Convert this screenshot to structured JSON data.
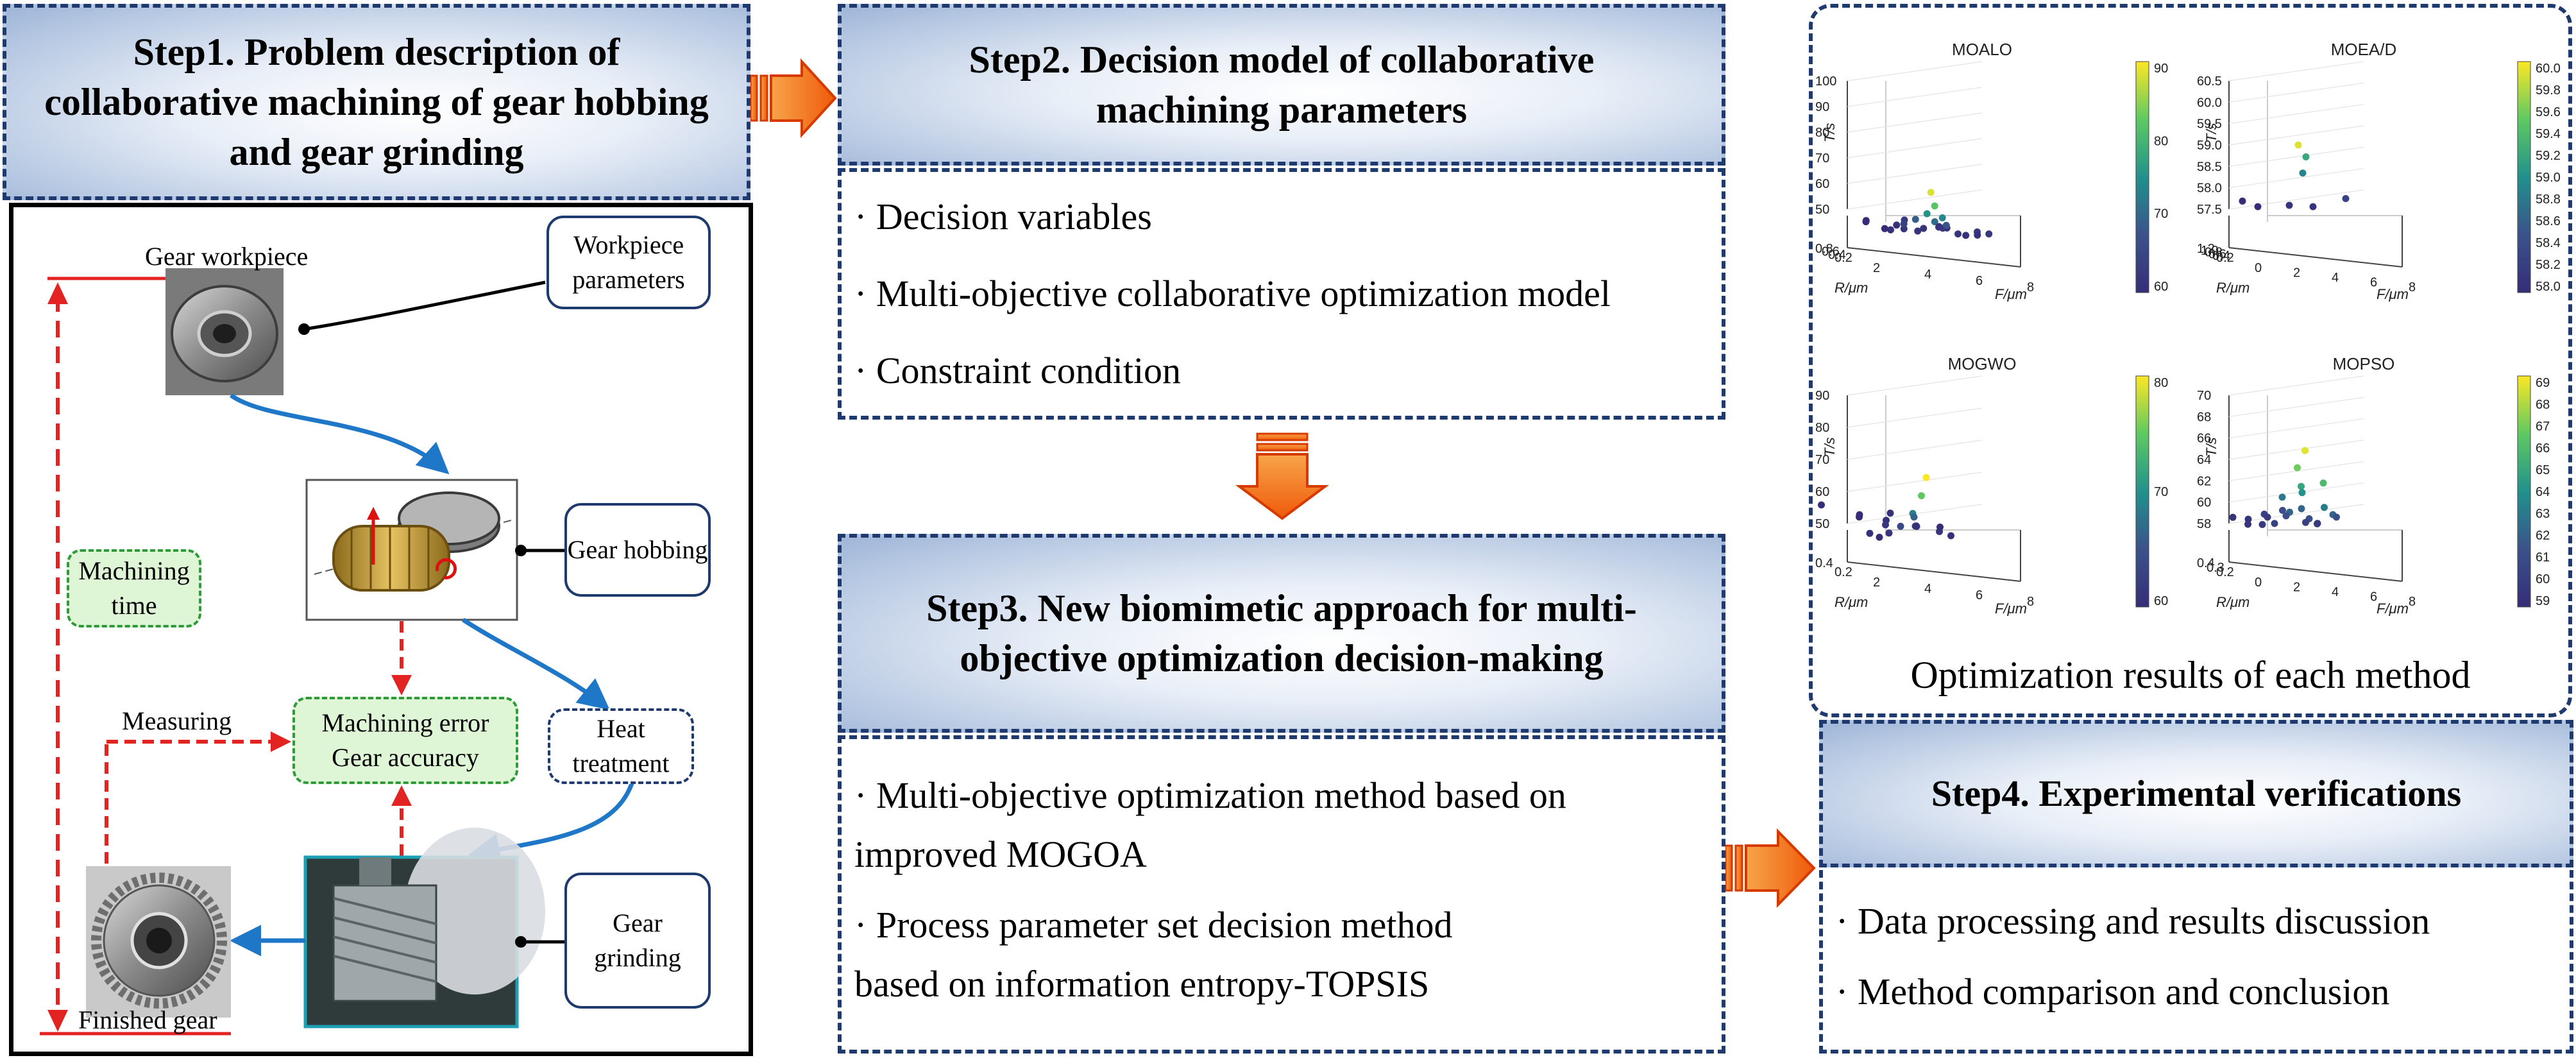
{
  "step1": {
    "title": "Step1. Problem description of collaborative machining of gear hobbing and gear grinding",
    "labels": {
      "gear_workpiece": "Gear workpiece",
      "workpiece_parameters": "Workpiece parameters",
      "gear_hobbing": "Gear hobbing",
      "machining_time": "Machining time",
      "measuring": "Measuring",
      "machining_error": "Machining error",
      "gear_accuracy": "Gear accuracy",
      "heat_treatment": "Heat treatment",
      "gear_grinding": "Gear grinding",
      "finished_gear": "Finished gear"
    }
  },
  "step2": {
    "title": "Step2. Decision model of collaborative machining parameters",
    "items": [
      "· Decision variables",
      "· Multi-objective collaborative optimization model",
      "· Constraint condition"
    ]
  },
  "step3": {
    "title": "Step3. New biomimetic approach for multi-objective optimization decision-making",
    "items": [
      "· Multi-objective optimization method based on",
      "improved MOGOA",
      "· Process parameter set decision method",
      "based on information entropy-TOPSIS"
    ]
  },
  "step4": {
    "title": "Step4. Experimental verifications",
    "items": [
      "· Data processing and results discussion",
      "· Method comparison and conclusion"
    ]
  },
  "results": {
    "caption": "Optimization results of each method",
    "axis": {
      "z": "T/s",
      "x": "F/μm",
      "y": "R/μm"
    }
  },
  "colors": {
    "border": "#1f3a6e",
    "arrow": "#f26b0f",
    "red": "#e32222",
    "blue": "#1f77c8",
    "green_fill": "#dff6d6"
  },
  "chart_data": [
    {
      "type": "scatter",
      "title": "MOALO",
      "z_ticks": [
        "100",
        "90",
        "80",
        "70",
        "60",
        "50"
      ],
      "y_ticks": [
        "0.8",
        "0.6",
        "0.4",
        "0.2"
      ],
      "x_ticks": [
        "2",
        "4",
        "6",
        "8"
      ],
      "colorbar_ticks": [
        "90",
        "80",
        "70",
        "60"
      ],
      "zlim": [
        50,
        100
      ],
      "colorbar_range": [
        55,
        92
      ],
      "points": [
        [
          1.0,
          0.3,
          52,
          55
        ],
        [
          1.5,
          0.35,
          51,
          56
        ],
        [
          2.0,
          0.3,
          53,
          57
        ],
        [
          2.6,
          0.3,
          58,
          66
        ],
        [
          3.0,
          0.25,
          62,
          74
        ],
        [
          3.2,
          0.25,
          72,
          90
        ],
        [
          3.4,
          0.25,
          66,
          82
        ],
        [
          3.6,
          0.3,
          58,
          68
        ],
        [
          4.0,
          0.35,
          55,
          60
        ],
        [
          4.4,
          0.4,
          54,
          58
        ],
        [
          5.0,
          0.35,
          53,
          57
        ],
        [
          5.6,
          0.4,
          52,
          56
        ],
        [
          6.0,
          0.35,
          55,
          58
        ],
        [
          6.4,
          0.45,
          52,
          56
        ],
        [
          0.8,
          0.5,
          51,
          55
        ],
        [
          1.2,
          0.6,
          50,
          55
        ],
        [
          2.2,
          0.45,
          52,
          56
        ],
        [
          2.8,
          0.5,
          54,
          58
        ],
        [
          3.6,
          0.45,
          52,
          57
        ],
        [
          4.6,
          0.5,
          53,
          57
        ],
        [
          5.2,
          0.55,
          52,
          56
        ],
        [
          1.8,
          0.25,
          56,
          60
        ],
        [
          3.8,
          0.25,
          61,
          72
        ],
        [
          4.2,
          0.3,
          57,
          64
        ],
        [
          2.4,
          0.22,
          54,
          57
        ],
        [
          6.8,
          0.4,
          54,
          58
        ]
      ]
    },
    {
      "type": "scatter",
      "title": "MOEA/D",
      "z_ticks": [
        "60.5",
        "60.0",
        "59.5",
        "59.0",
        "58.5",
        "58.0",
        "57.5"
      ],
      "y_ticks": [
        "1.2",
        "1.0",
        "0.8",
        "0.6",
        "0.4",
        "0.2"
      ],
      "x_ticks": [
        "0",
        "2",
        "4",
        "6",
        "8"
      ],
      "colorbar_ticks": [
        "60.0",
        "59.8",
        "59.6",
        "59.4",
        "59.2",
        "59.0",
        "58.8",
        "58.6",
        "58.4",
        "58.2",
        "58.0"
      ],
      "zlim": [
        57.5,
        60.5
      ],
      "colorbar_range": [
        58.0,
        60.0
      ],
      "points": [
        [
          3.2,
          0.6,
          59.9,
          59.9
        ],
        [
          3.6,
          0.6,
          59.6,
          59.2
        ],
        [
          3.2,
          0.5,
          59.2,
          58.9
        ],
        [
          1.0,
          0.9,
          58.0,
          58.0
        ],
        [
          1.8,
          0.9,
          57.9,
          58.0
        ],
        [
          3.2,
          0.8,
          58.1,
          58.1
        ],
        [
          5.2,
          0.4,
          58.7,
          58.3
        ],
        [
          4.2,
          0.7,
          58.2,
          58.1
        ]
      ]
    },
    {
      "type": "scatter",
      "title": "MOGWO",
      "z_ticks": [
        "90",
        "80",
        "70",
        "60",
        "50"
      ],
      "y_ticks": [
        "0.4",
        "0.2"
      ],
      "x_ticks": [
        "2",
        "4",
        "6",
        "8"
      ],
      "colorbar_ticks": [
        "80",
        "70",
        "60"
      ],
      "zlim": [
        50,
        90
      ],
      "colorbar_range": [
        56,
        88
      ],
      "points": [
        [
          1.0,
          0.3,
          52,
          57
        ],
        [
          1.5,
          0.3,
          51,
          56
        ],
        [
          2.0,
          0.3,
          53,
          58
        ],
        [
          2.6,
          0.3,
          56,
          62
        ],
        [
          3.0,
          0.28,
          62,
          70
        ],
        [
          3.1,
          0.25,
          70,
          80
        ],
        [
          3.0,
          0.22,
          78,
          88
        ],
        [
          3.3,
          0.3,
          60,
          66
        ],
        [
          3.6,
          0.32,
          56,
          60
        ],
        [
          4.0,
          0.35,
          55,
          58
        ],
        [
          4.6,
          0.4,
          53,
          57
        ],
        [
          5.2,
          0.35,
          54,
          58
        ],
        [
          5.8,
          0.35,
          53,
          57
        ],
        [
          6.4,
          0.45,
          52,
          56
        ],
        [
          2.2,
          0.45,
          52,
          56
        ],
        [
          2.8,
          0.5,
          51,
          56
        ],
        [
          1.4,
          0.55,
          51,
          55
        ],
        [
          3.6,
          0.45,
          52,
          57
        ],
        [
          4.4,
          0.5,
          53,
          57
        ],
        [
          2.4,
          0.35,
          54,
          58
        ]
      ]
    },
    {
      "type": "scatter",
      "title": "MOPSO",
      "z_ticks": [
        "70",
        "68",
        "66",
        "64",
        "62",
        "60",
        "58"
      ],
      "y_ticks": [
        "0.4",
        "0.3",
        "0.2"
      ],
      "x_ticks": [
        "0",
        "2",
        "4",
        "6",
        "8"
      ],
      "colorbar_ticks": [
        "69",
        "68",
        "67",
        "66",
        "65",
        "64",
        "63",
        "62",
        "61",
        "60",
        "59"
      ],
      "zlim": [
        58,
        70
      ],
      "colorbar_range": [
        58.5,
        69.5
      ],
      "points": [
        [
          3.2,
          0.25,
          69,
          69
        ],
        [
          2.8,
          0.25,
          67,
          67
        ],
        [
          3.0,
          0.25,
          65,
          65
        ],
        [
          3.4,
          0.28,
          64,
          64
        ],
        [
          2.6,
          0.3,
          63,
          63
        ],
        [
          2.4,
          0.25,
          62,
          62
        ],
        [
          2.8,
          0.3,
          61,
          61
        ],
        [
          2.2,
          0.3,
          60,
          60
        ],
        [
          1.8,
          0.32,
          59.5,
          59.5
        ],
        [
          3.6,
          0.3,
          62,
          62
        ],
        [
          4.0,
          0.3,
          61,
          61
        ],
        [
          4.4,
          0.35,
          60,
          60
        ],
        [
          5.0,
          0.35,
          60,
          60
        ],
        [
          5.6,
          0.4,
          59.5,
          59.5
        ],
        [
          1.4,
          0.35,
          59,
          59
        ],
        [
          2.0,
          0.4,
          59,
          59
        ],
        [
          2.6,
          0.38,
          60,
          60
        ],
        [
          3.2,
          0.35,
          61,
          61
        ],
        [
          4.2,
          0.25,
          63,
          63
        ],
        [
          5.0,
          0.28,
          62,
          62
        ],
        [
          3.8,
          0.22,
          66,
          66
        ],
        [
          6.0,
          0.35,
          61,
          61
        ],
        [
          1.2,
          0.4,
          59,
          59
        ],
        [
          3.0,
          0.4,
          59.5,
          59.5
        ]
      ]
    }
  ]
}
